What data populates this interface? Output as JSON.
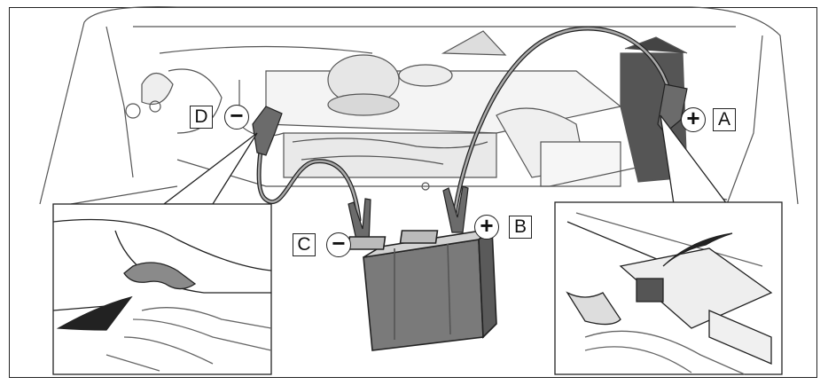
{
  "labels": {
    "a": {
      "letter": "A",
      "sign": "+"
    },
    "b": {
      "letter": "B",
      "sign": "+"
    },
    "c": {
      "letter": "C",
      "sign": "−"
    },
    "d": {
      "letter": "D",
      "sign": "−"
    }
  },
  "colors": {
    "line": "#222222",
    "fill": "#ffffff",
    "shade": "#9a9a9a",
    "dark": "#555555"
  }
}
